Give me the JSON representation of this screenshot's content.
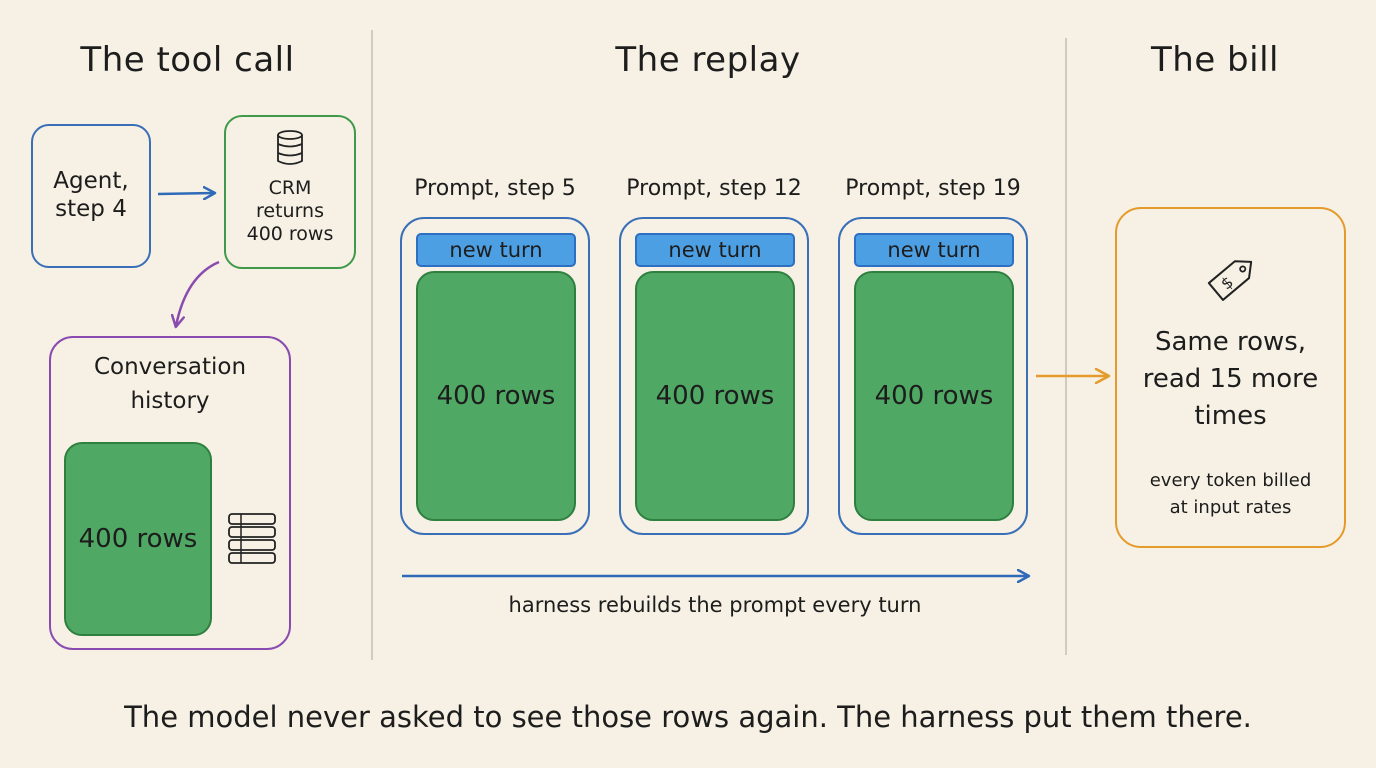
{
  "sections": {
    "tool_call": "The tool call",
    "replay": "The replay",
    "bill": "The bill"
  },
  "agent_box": {
    "line1": "Agent,",
    "line2": "step 4"
  },
  "crm_box": {
    "line1": "CRM",
    "line2": "returns",
    "line3": "400 rows",
    "icon": "database-icon"
  },
  "history": {
    "title_line1": "Conversation",
    "title_line2": "history",
    "rows_label": "400 rows",
    "icon": "table-stack-icon"
  },
  "replay": {
    "prompts": [
      {
        "label": "Prompt, step 5",
        "tag": "new turn",
        "rows": "400 rows"
      },
      {
        "label": "Prompt, step 12",
        "tag": "new turn",
        "rows": "400 rows"
      },
      {
        "label": "Prompt, step 19",
        "tag": "new turn",
        "rows": "400 rows"
      }
    ],
    "caption": "harness rebuilds the prompt every turn"
  },
  "bill": {
    "icon": "price-tag-icon",
    "main_line1": "Same rows,",
    "main_line2": "read 15 more",
    "main_line3": "times",
    "note_line1": "every token billed",
    "note_line2": "at input rates"
  },
  "footer": "The model never asked to see those rows again. The harness put them there.",
  "colors": {
    "background": "#f6f1e4",
    "agent_border": "#3a6fb7",
    "crm_border": "#3e9a4a",
    "history_border": "#8a4bb0",
    "tag_fill": "#4d9fe3",
    "rows_fill": "#4fa964",
    "bill_border": "#e59a2c",
    "divider": "#cfcbc0"
  }
}
